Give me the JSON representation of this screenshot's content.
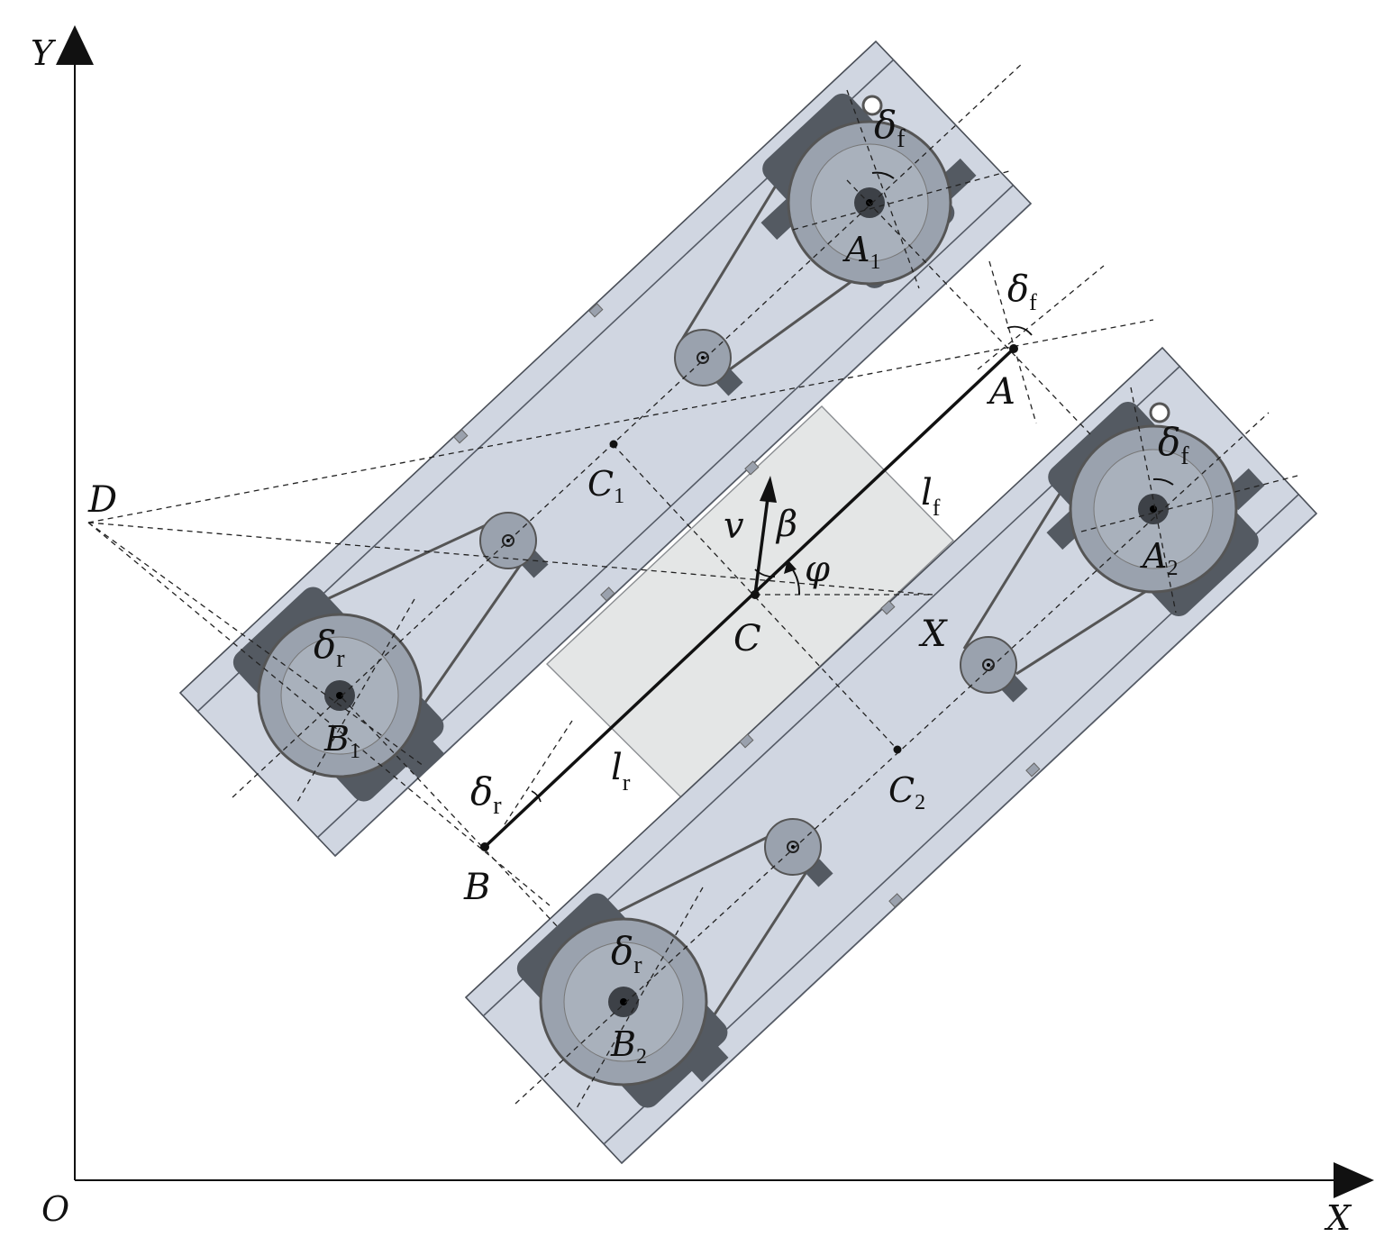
{
  "axes": {
    "x_label": "X",
    "y_label": "Y",
    "origin_label": "O"
  },
  "points": {
    "A": "A",
    "B": "B",
    "C": "C",
    "D": "D",
    "X": "X",
    "A1": {
      "base": "A",
      "sub": "1"
    },
    "A2": {
      "base": "A",
      "sub": "2"
    },
    "B1": {
      "base": "B",
      "sub": "1"
    },
    "B2": {
      "base": "B",
      "sub": "2"
    },
    "C1": {
      "base": "C",
      "sub": "1"
    },
    "C2": {
      "base": "C",
      "sub": "2"
    }
  },
  "symbols": {
    "delta_f": {
      "base": "δ",
      "sub": "f"
    },
    "delta_r": {
      "base": "δ",
      "sub": "r"
    },
    "delta_r2": {
      "base": "δ",
      "sub": "r"
    },
    "l_f": {
      "base": "l",
      "sub": "f"
    },
    "l_r": {
      "base": "l",
      "sub": "r"
    },
    "v": "v",
    "beta": "β",
    "phi": "φ"
  },
  "colors": {
    "plate": "#c8cfdc",
    "body": "#e4e6e6",
    "wheel": "#8d95a3",
    "motor": "#545a62",
    "line": "#111111"
  }
}
